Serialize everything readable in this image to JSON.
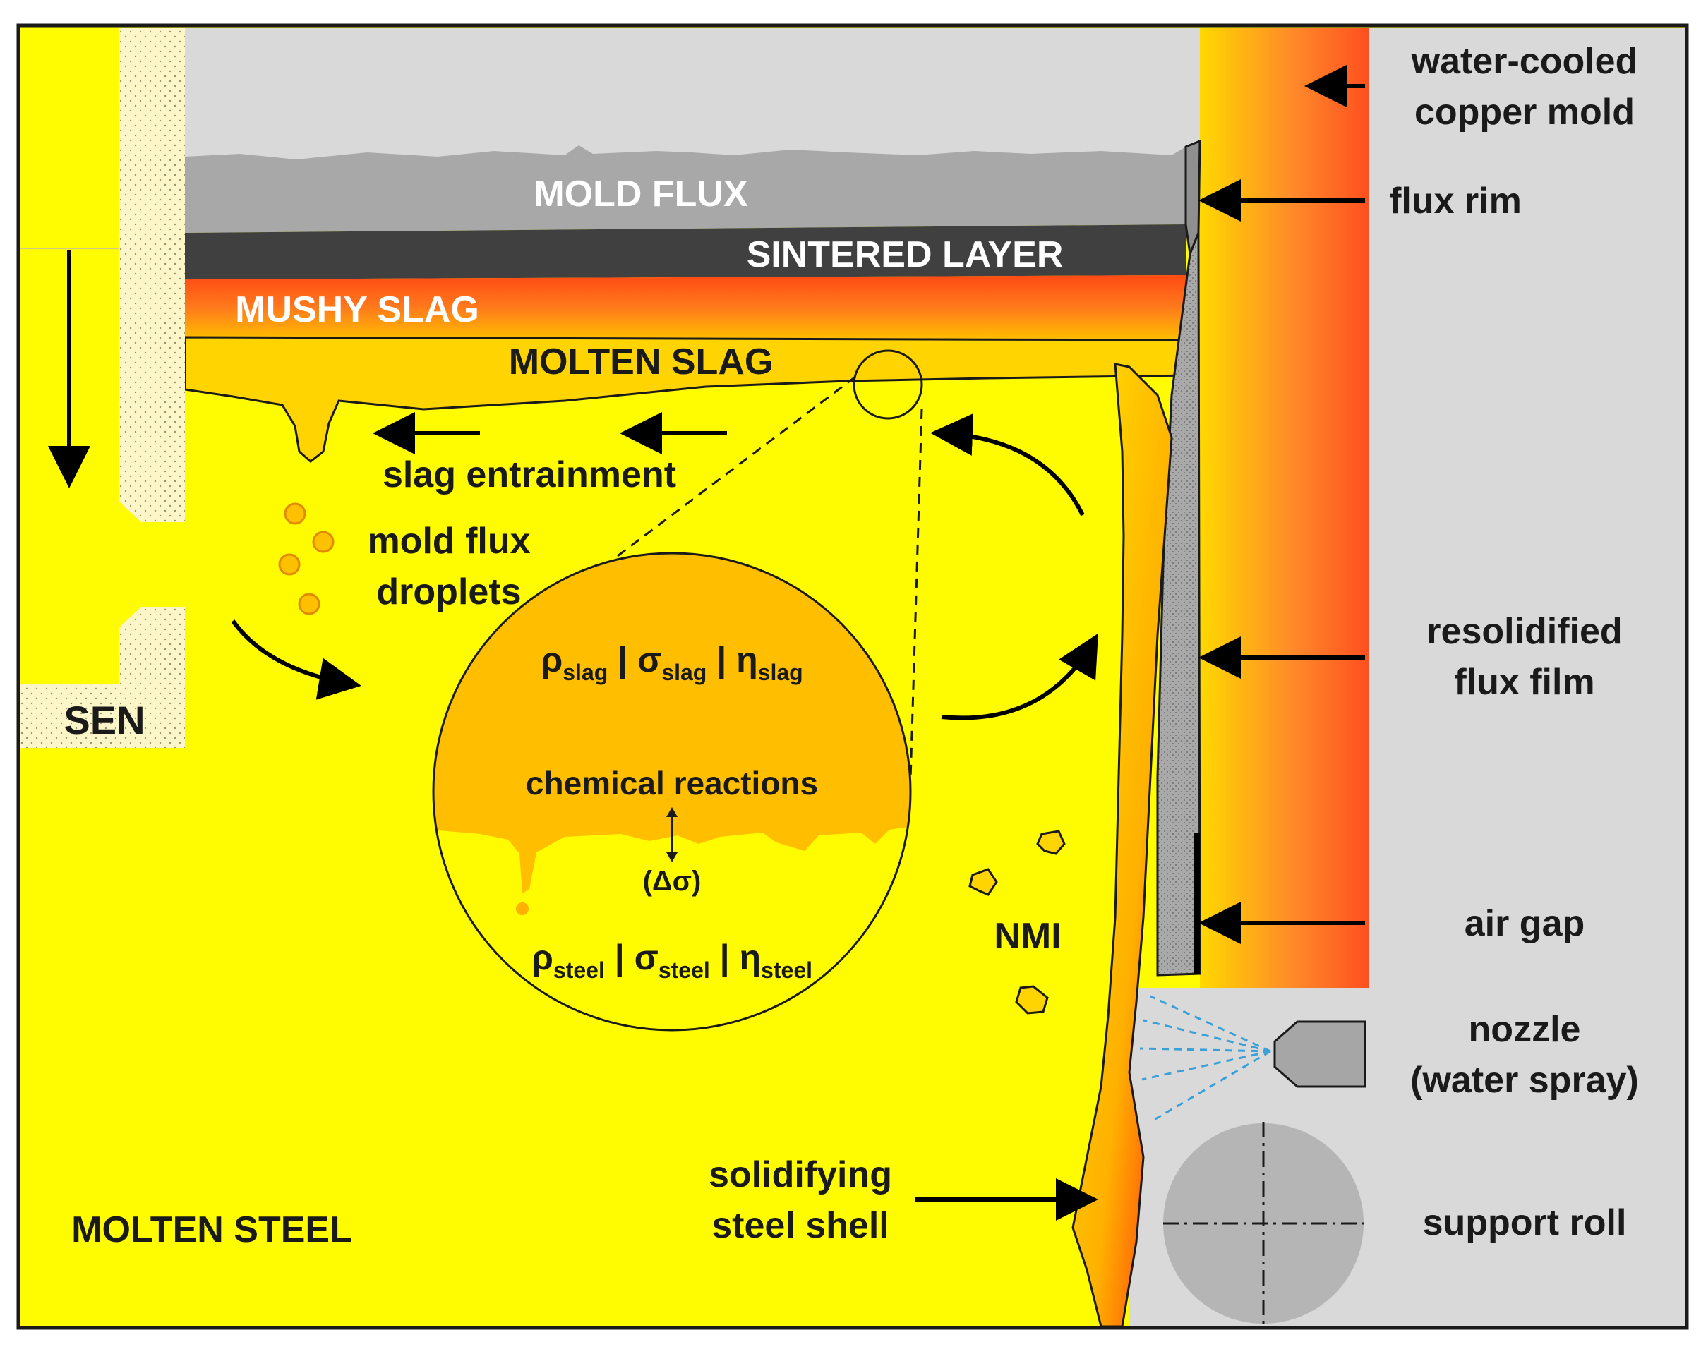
{
  "colors": {
    "molten_steel": "#fffb00",
    "molten_slag": "#ffd400",
    "mushy_slag": "#ff6a1a",
    "sintered_layer": "#444444",
    "mold_flux": "#a8a8a8",
    "background_gray": "#d9d9d9",
    "copper_mold_hot": "#ffd800",
    "copper_mold_cool": "#ff4f1f",
    "shell_edge": "#ff3a10",
    "water_spray": "#3aa0d8",
    "inset_circle_top": "#ffbf00",
    "roll_gray": "#b5b5b5",
    "nozzle_gray": "#a6a6a6",
    "sen_fill": "#fdf6c8"
  },
  "layers": {
    "mold_flux": "MOLD FLUX",
    "sintered_layer": "SINTERED LAYER",
    "mushy_slag": "MUSHY SLAG",
    "molten_slag": "MOLTEN SLAG",
    "molten_steel": "MOLTEN STEEL"
  },
  "labels": {
    "sen": "SEN",
    "slag_entrainment": "slag entrainment",
    "droplets_line1": "mold flux",
    "droplets_line2": "droplets",
    "nmi": "NMI",
    "shell_line1": "solidifying",
    "shell_line2": "steel shell"
  },
  "inset": {
    "rho": "ρ",
    "sigma": "σ",
    "eta": "η",
    "sep": " | ",
    "slag_sub": "slag",
    "steel_sub": "steel",
    "reactions": "chemical reactions",
    "delta_sigma": "(Δσ)"
  },
  "callouts": {
    "copper_mold_line1": "water-cooled",
    "copper_mold_line2": "copper mold",
    "flux_rim": "flux rim",
    "flux_film_line1": "resolidified",
    "flux_film_line2": "flux film",
    "air_gap": "air gap",
    "nozzle_line1": "nozzle",
    "nozzle_line2": "(water spray)",
    "support_roll": "support roll"
  }
}
